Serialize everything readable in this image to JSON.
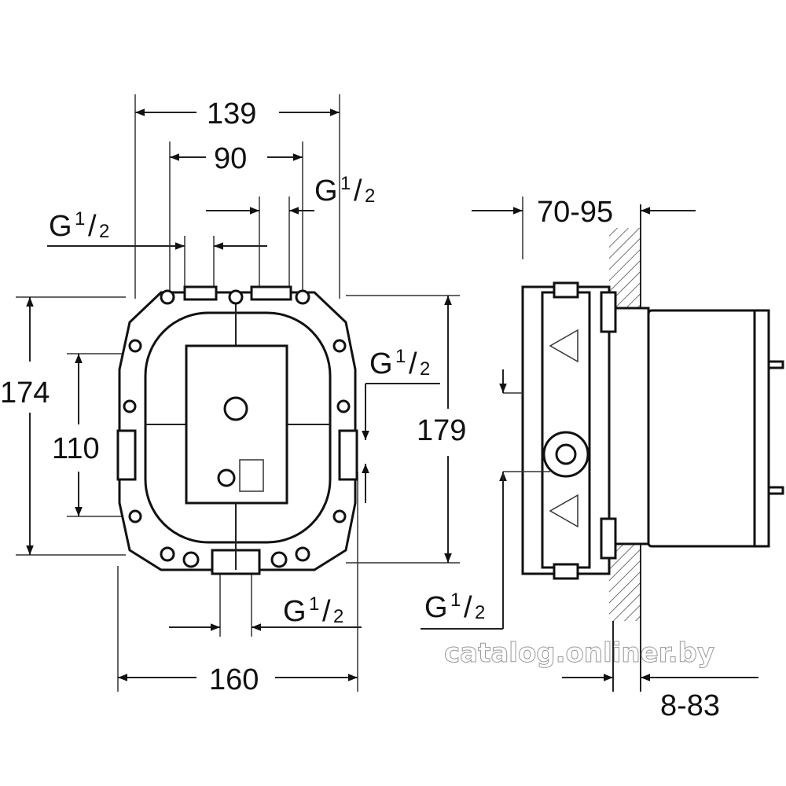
{
  "dimensions": {
    "width_139": "139",
    "width_90": "90",
    "height_174": "174",
    "height_110": "110",
    "height_179": "179",
    "width_160": "160",
    "depth_70_95": "70-95",
    "depth_8_83": "8-83"
  },
  "thread": {
    "g": "G",
    "num": "1",
    "slash": "/",
    "den": "2"
  },
  "watermark": "catalog.onliner.by"
}
